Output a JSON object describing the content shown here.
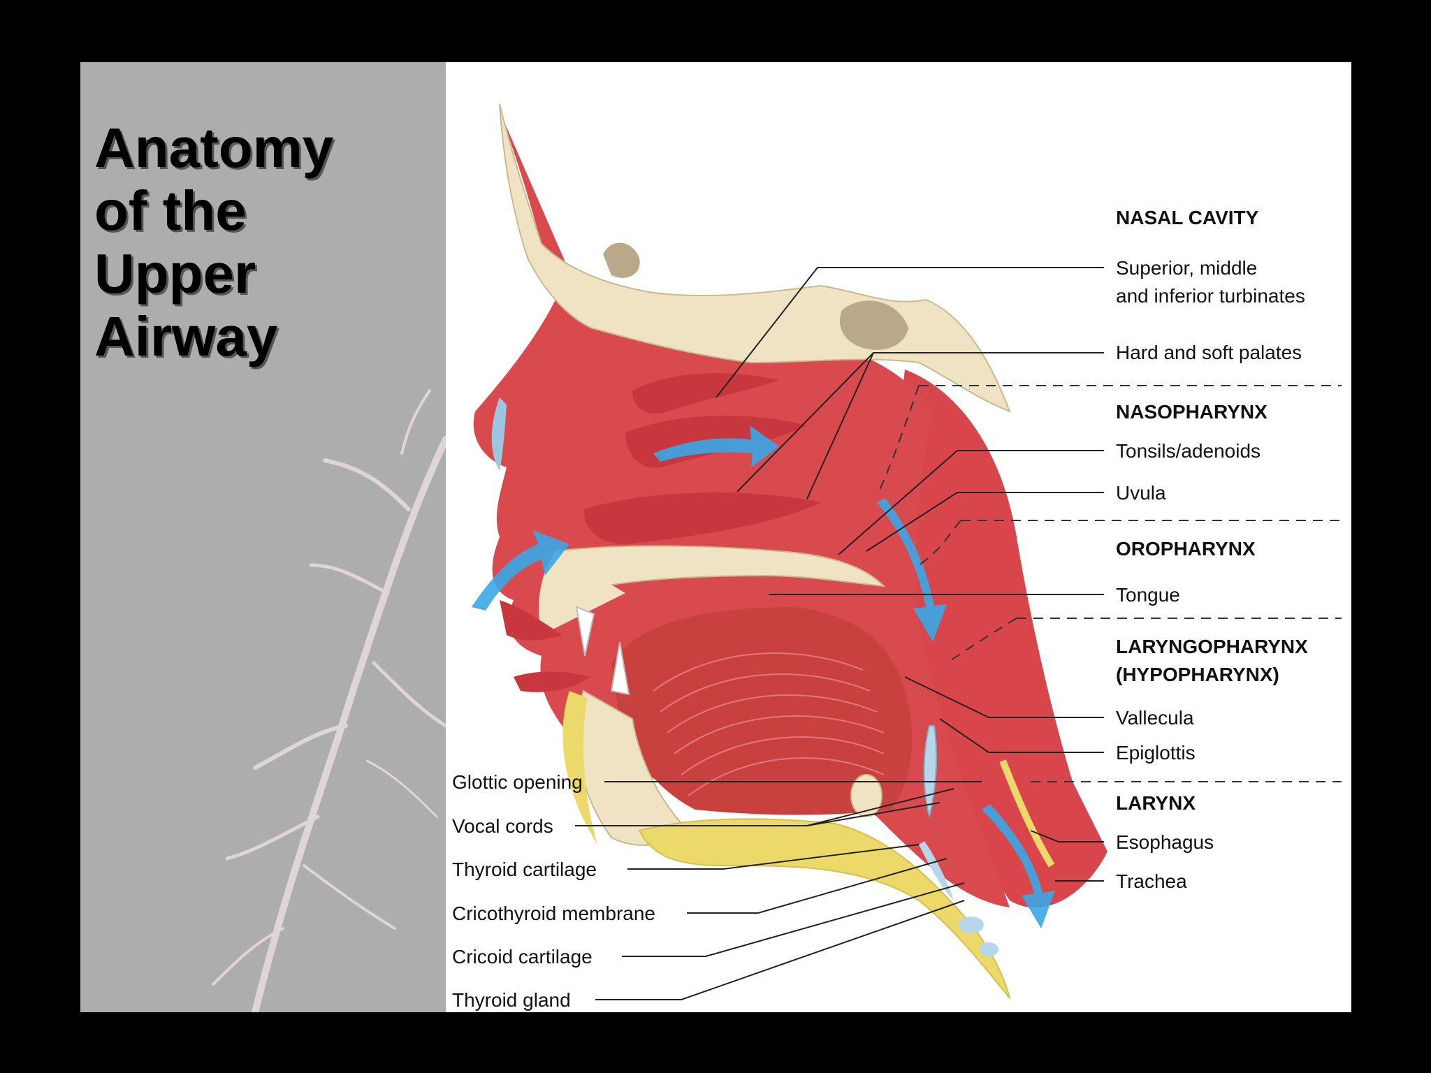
{
  "title": "Anatomy\nof the\nUpper\nAirway",
  "colors": {
    "tissue": "#d94a4f",
    "tissue_dark": "#b93438",
    "bone": "#efe3c4",
    "fat": "#ecd96a",
    "arrow": "#3aa7e6",
    "panel": "#adadad"
  },
  "right_labels": {
    "nasal_cavity": "NASAL CAVITY",
    "turbinates_1": "Superior, middle",
    "turbinates_2": "and inferior turbinates",
    "palates": "Hard and soft palates",
    "nasopharynx": "NASOPHARYNX",
    "tonsils": "Tonsils/adenoids",
    "uvula": "Uvula",
    "oropharynx": "OROPHARYNX",
    "tongue": "Tongue",
    "laryngopharynx_1": "LARYNGOPHARYNX",
    "laryngopharynx_2": "(HYPOPHARYNX)",
    "vallecula": "Vallecula",
    "epiglottis": "Epiglottis",
    "larynx": "LARYNX",
    "esophagus": "Esophagus",
    "trachea": "Trachea"
  },
  "left_labels": {
    "glottic_opening": "Glottic opening",
    "vocal_cords": "Vocal cords",
    "thyroid_cartilage": "Thyroid cartilage",
    "cricothyroid_membrane": "Cricothyroid membrane",
    "cricoid_cartilage": "Cricoid cartilage",
    "thyroid_gland": "Thyroid gland"
  }
}
